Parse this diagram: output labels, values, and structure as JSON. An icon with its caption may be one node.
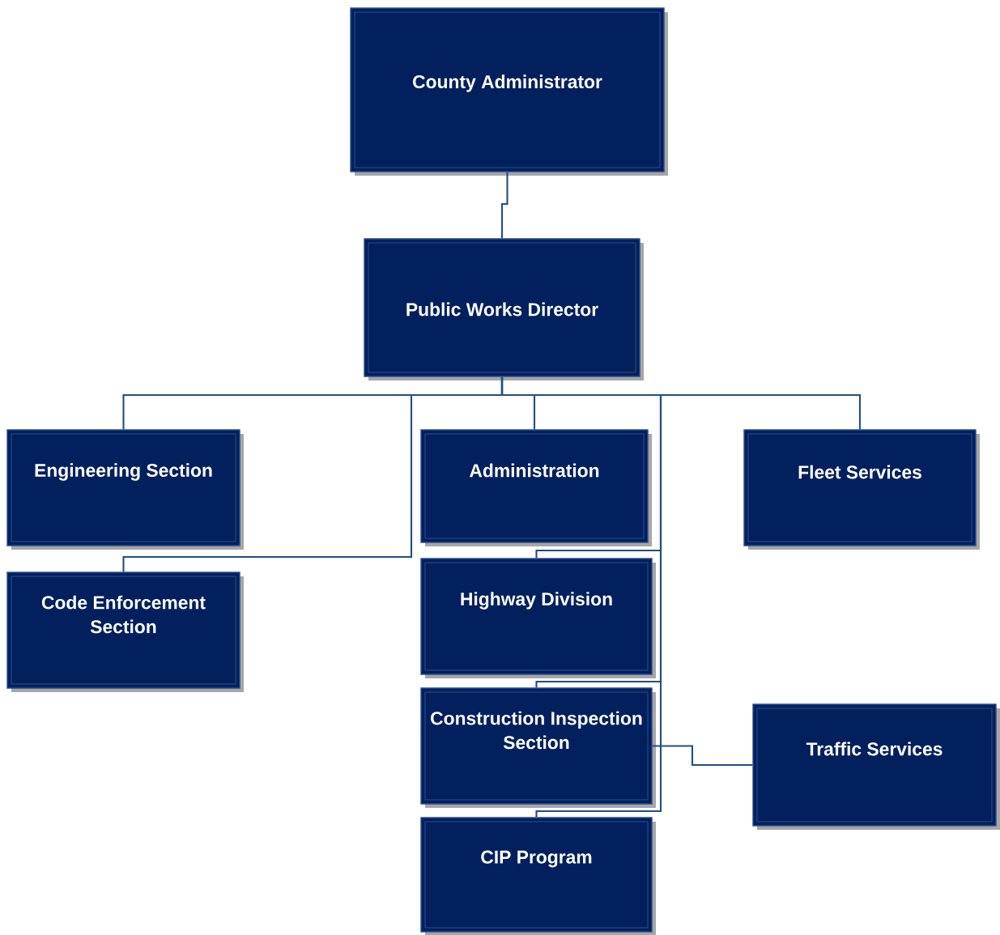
{
  "diagram": {
    "nodes": [
      {
        "text": [
          "County Administrator"
        ]
      },
      {
        "text": [
          "Public Works Director"
        ]
      },
      {
        "text": [
          "Engineering Section"
        ]
      },
      {
        "text": [
          "Administration"
        ]
      },
      {
        "text": [
          "Fleet Services"
        ]
      },
      {
        "text": [
          "Code Enforcement Section"
        ]
      },
      {
        "text": [
          "Highway Division"
        ]
      },
      {
        "text": [
          "Construction Inspection Section"
        ]
      },
      {
        "text": [
          "Traffic Services"
        ]
      },
      {
        "text": [
          "CIP Program"
        ]
      }
    ],
    "edges": [
      {
        "from": 0,
        "to": 1,
        "arrow": "none"
      },
      {
        "from": 1,
        "to": 2,
        "arrow": "none"
      },
      {
        "from": 1,
        "to": 3,
        "arrow": "none"
      },
      {
        "from": 1,
        "to": 4,
        "arrow": "none"
      },
      {
        "from": 1,
        "to": 5,
        "arrow": "none"
      },
      {
        "from": 1,
        "to": 6,
        "arrow": "none"
      },
      {
        "from": 1,
        "to": 7,
        "arrow": "none"
      },
      {
        "from": 1,
        "to": 9,
        "arrow": "none"
      },
      {
        "from": 7,
        "to": 8,
        "arrow": "none"
      }
    ]
  }
}
